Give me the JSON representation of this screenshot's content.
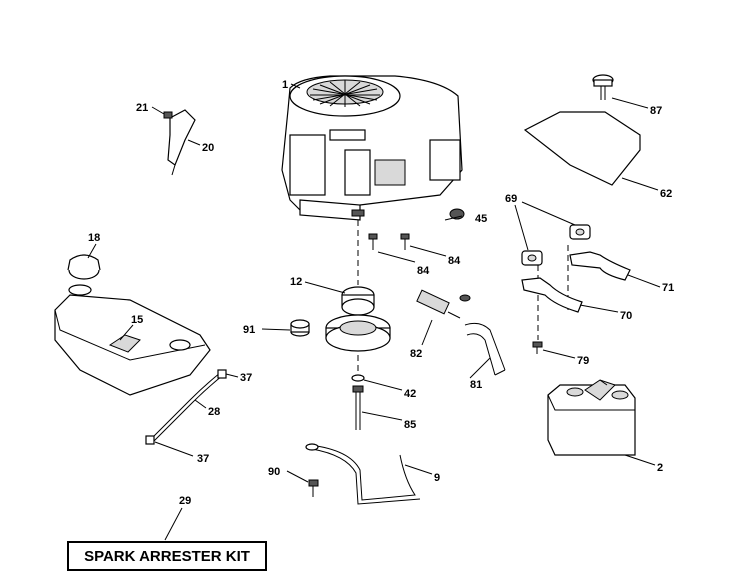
{
  "kit_label": "SPARK ARRESTER KIT",
  "callouts": {
    "c1": "1",
    "c2": "2",
    "c9": "9",
    "c12": "12",
    "c15": "15",
    "c18": "18",
    "c20": "20",
    "c21": "21",
    "c28": "28",
    "c29": "29",
    "c37a": "37",
    "c37b": "37",
    "c42": "42",
    "c45": "45",
    "c62": "62",
    "c69": "69",
    "c70": "70",
    "c71": "71",
    "c79": "79",
    "c81": "81",
    "c82": "82",
    "c84a": "84",
    "c84b": "84",
    "c85": "85",
    "c87": "87",
    "c90": "90",
    "c91": "91"
  }
}
